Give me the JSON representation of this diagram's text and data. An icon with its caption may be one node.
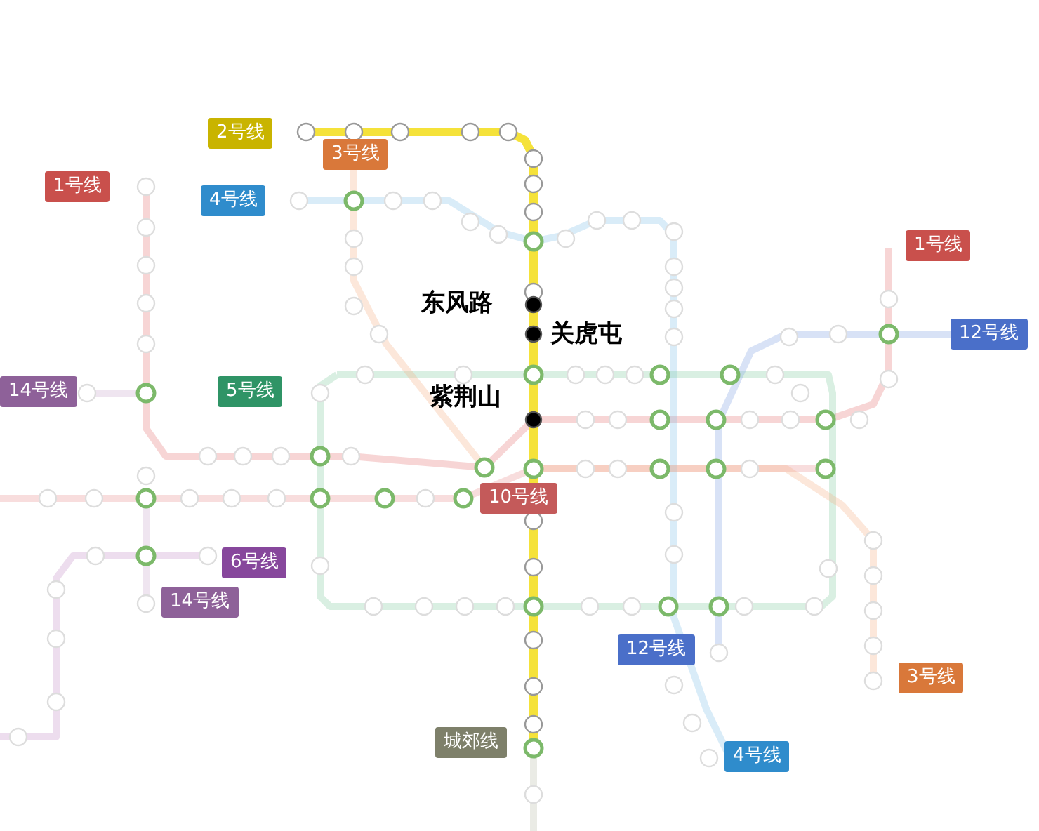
{
  "diagram": {
    "labels": [
      "2号线",
      "3号线",
      "1号线",
      "4号线",
      "1号线",
      "东风路",
      "关虎屯",
      "12号线",
      "14号线",
      "5号线",
      "紫荆山",
      "10号线",
      "6号线",
      "14号线",
      "12号线",
      "3号线",
      "城郊线",
      "4号线"
    ]
  }
}
